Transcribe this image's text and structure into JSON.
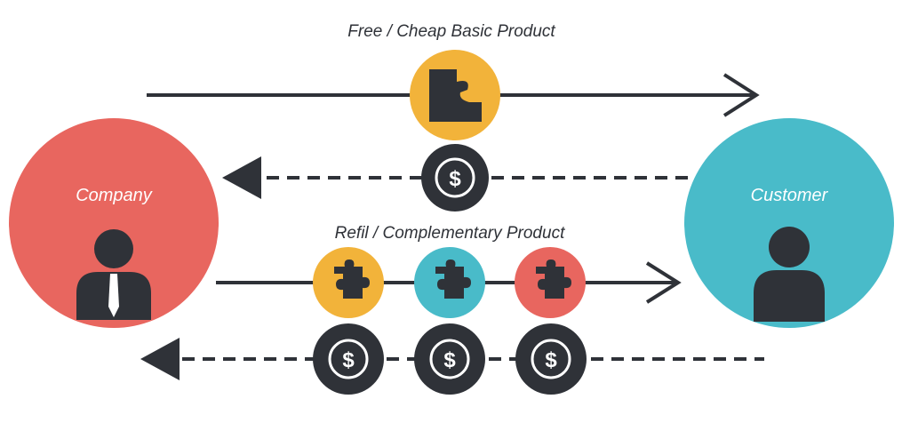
{
  "diagram": {
    "top_flow_label": "Free / Cheap Basic Product",
    "bottom_flow_label": "Refil / Complementary Product",
    "company": {
      "label": "Company",
      "color": "#e8665f"
    },
    "customer": {
      "label": "Customer",
      "color": "#49bbc9"
    },
    "currency_symbol": "$",
    "colors": {
      "dark": "#2f3238",
      "yellow": "#f2b33a",
      "teal": "#49bbc9",
      "red": "#e8665f",
      "white": "#ffffff"
    },
    "icons": {
      "person": "person-icon",
      "business_person": "business-person-icon",
      "puzzle": "puzzle-piece-icon",
      "dollar": "dollar-coin-icon"
    }
  }
}
